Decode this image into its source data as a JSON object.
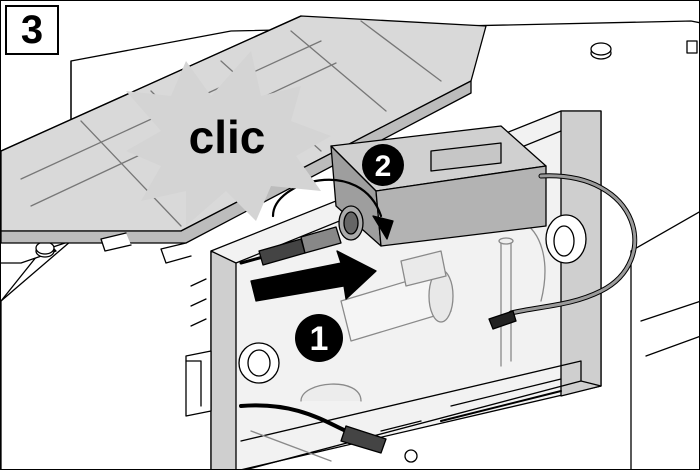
{
  "step_number": "3",
  "burst_label": "clic",
  "markers": {
    "first": "1",
    "second": "2"
  },
  "colors": {
    "line": "#000000",
    "panel_fill": "#ffffff",
    "grid_fill": "#d9d9d9",
    "frame_fill": "#cfcfcf",
    "module_fill": "#b3b3b3",
    "burst_fill": "#d4d4d4",
    "marker_fill": "#000000",
    "marker_text": "#ffffff"
  }
}
